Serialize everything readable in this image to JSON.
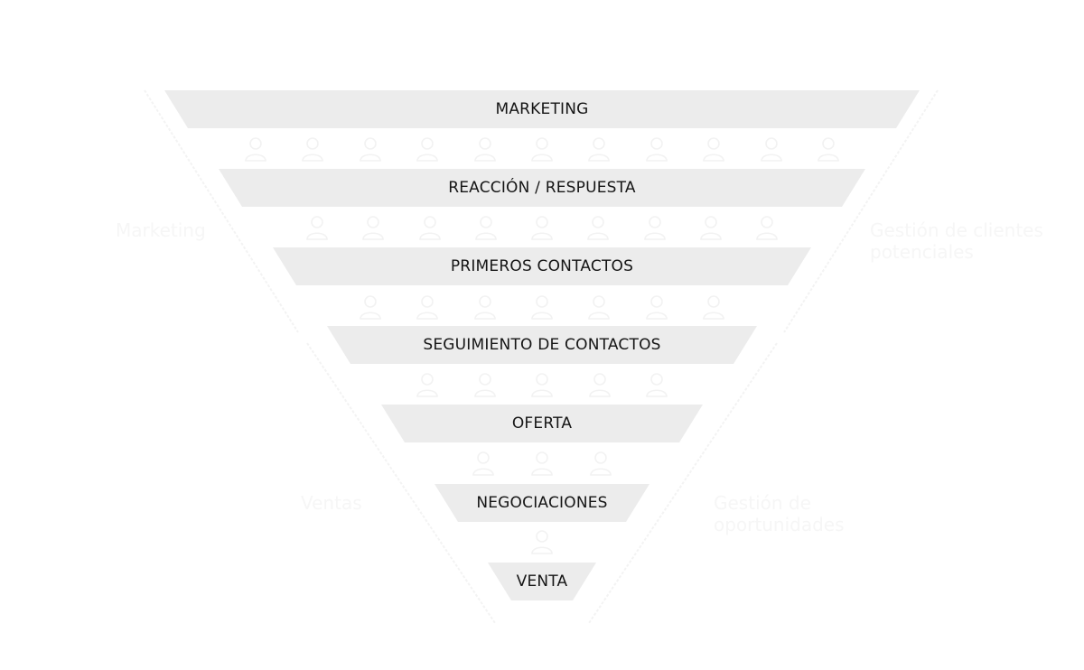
{
  "diagram": {
    "type": "sales-funnel",
    "stages": [
      {
        "label": "MARKETING",
        "people_below": 11
      },
      {
        "label": "REACCIÓN / RESPUESTA",
        "people_below": 9
      },
      {
        "label": "PRIMEROS CONTACTOS",
        "people_below": 7
      },
      {
        "label": "SEGUIMIENTO DE CONTACTOS",
        "people_below": 5
      },
      {
        "label": "OFERTA",
        "people_below": 3
      },
      {
        "label": "NEGOCIACIONES",
        "people_below": 1
      },
      {
        "label": "VENTA",
        "people_below": 0
      }
    ],
    "side_groups": {
      "left_top": "Marketing",
      "right_top": "Gestión de clientes potenciales",
      "left_bottom": "Ventas",
      "right_bottom": "Gestión de oportunidades"
    },
    "colors": {
      "band": "#ececec",
      "label": "#151515",
      "faint": "#f2f2f2"
    },
    "icons": {
      "person": "person-icon"
    }
  }
}
